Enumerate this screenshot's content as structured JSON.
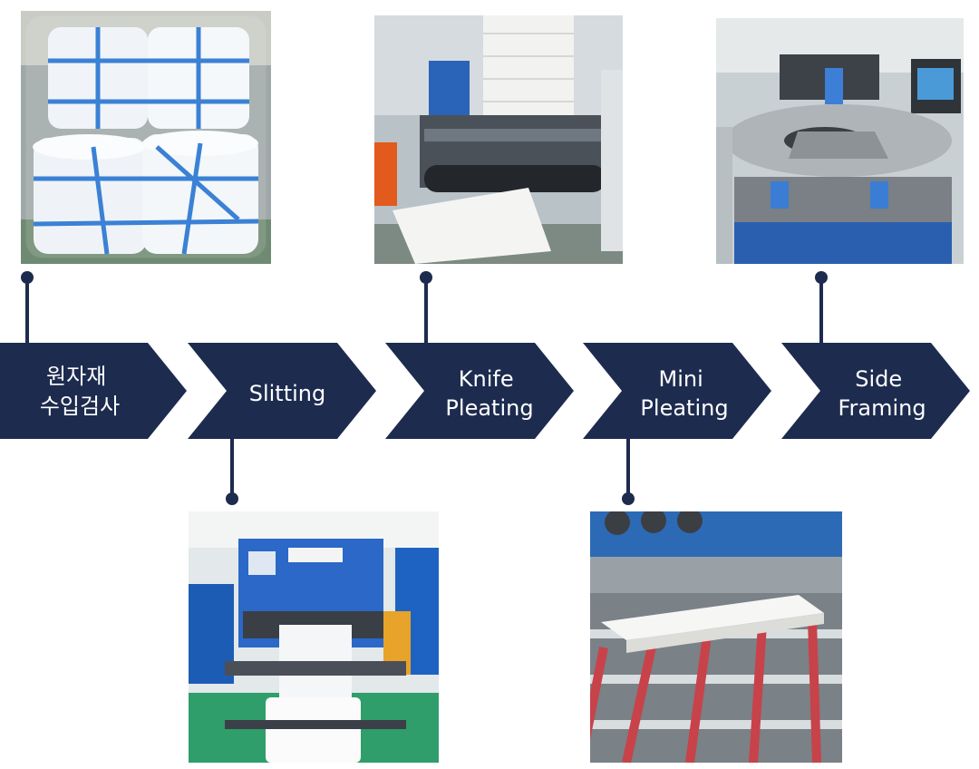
{
  "colors": {
    "arrow_fill": "#1d2b4f",
    "connector": "#1d2b4f",
    "label_text": "#ffffff",
    "background": "#ffffff"
  },
  "steps": [
    {
      "lines": [
        "원자재",
        "수입검사"
      ],
      "photo": "raw-material-rolls-photo"
    },
    {
      "lines": [
        "Slitting"
      ],
      "photo": "slitting-machine-photo"
    },
    {
      "lines": [
        "Knife",
        "Pleating"
      ],
      "photo": "knife-pleating-machine-photo"
    },
    {
      "lines": [
        "Mini",
        "Pleating"
      ],
      "photo": "mini-pleating-conveyor-photo"
    },
    {
      "lines": [
        "Side",
        "Framing"
      ],
      "photo": "side-framing-machine-photo"
    }
  ]
}
